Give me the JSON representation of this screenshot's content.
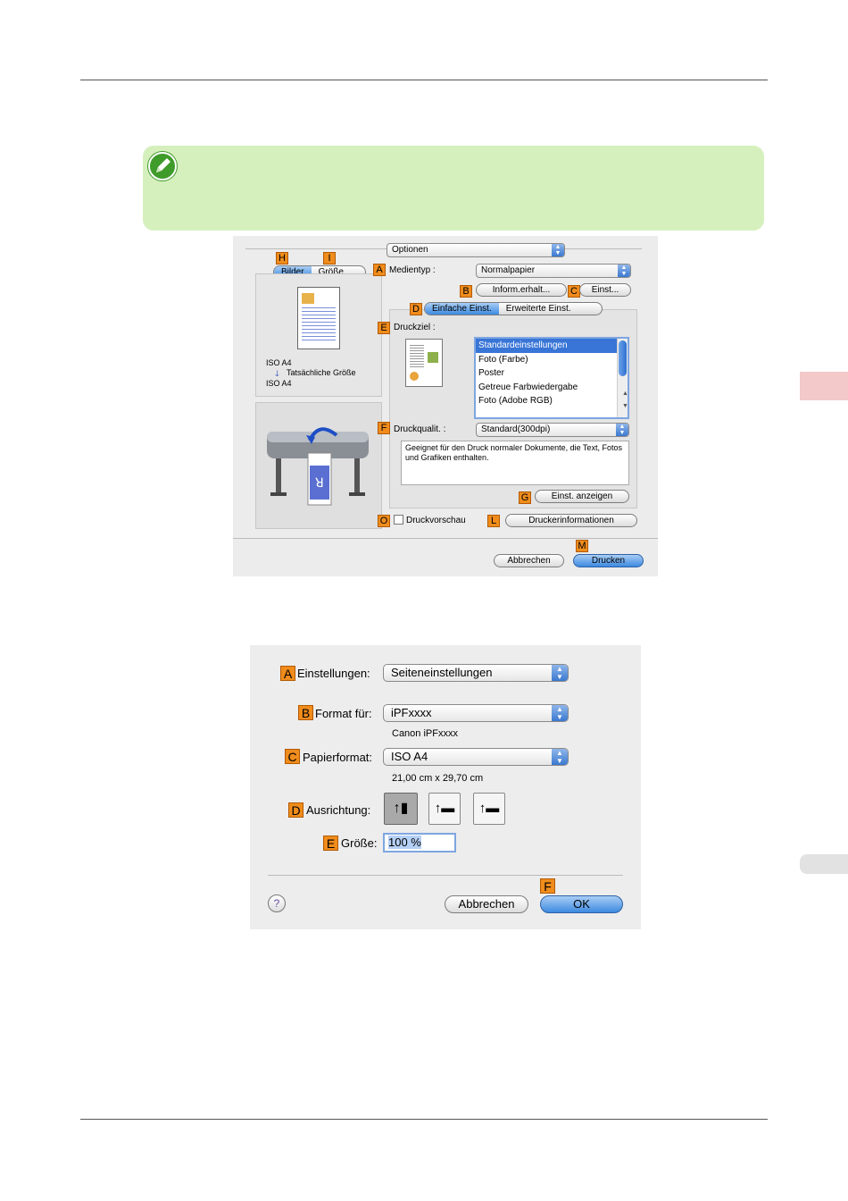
{
  "dialog1": {
    "options_popup": "Optionen",
    "tabs_left": [
      "Bilder",
      "Größe"
    ],
    "medientyp_label": "Medientyp :",
    "medientyp_value": "Normalpapier",
    "inform_button": "Inform.erhalt...",
    "einst_button": "Einst...",
    "tabs_mode": [
      "Einfache Einst.",
      "Erweiterte Einst."
    ],
    "druckziel_label": "Druckziel :",
    "druckziel_items": [
      "Standardeinstellungen",
      "Foto (Farbe)",
      "Poster",
      "Getreue Farbwiedergabe",
      "Foto (Adobe RGB)"
    ],
    "size_from": "ISO A4",
    "size_arrow_label": "Tatsächliche Größe",
    "size_to": "ISO A4",
    "druckqualit_label": "Druckqualit. :",
    "druckqualit_value": "Standard(300dpi)",
    "description": "Geeignet für den Druck normaler Dokumente, die Text, Fotos und Grafiken enthalten.",
    "einst_anzeigen": "Einst. anzeigen",
    "druckvorschau": "Druckvorschau",
    "druckerinformationen": "Druckerinformationen",
    "abbrechen": "Abbrechen",
    "drucken": "Drucken",
    "badges": {
      "H": "H",
      "I": "I",
      "A": "A",
      "B": "B",
      "C": "C",
      "D": "D",
      "E": "E",
      "F": "F",
      "G": "G",
      "O": "O",
      "L": "L",
      "M": "M"
    }
  },
  "dialog2": {
    "einstellungen_label": "Einstellungen:",
    "einstellungen_value": "Seiteneinstellungen",
    "format_label": "Format für:",
    "format_value": "iPFxxxx",
    "format_sub": "Canon iPFxxxx",
    "papier_label": "Papierformat:",
    "papier_value": "ISO A4",
    "papier_sub": "21,00 cm x 29,70 cm",
    "ausrichtung_label": "Ausrichtung:",
    "groesse_label": "Größe:",
    "groesse_value": "100 %",
    "help": "?",
    "abbrechen": "Abbrechen",
    "ok": "OK",
    "badges": {
      "A": "A",
      "B": "B",
      "C": "C",
      "D": "D",
      "E": "E",
      "F": "F"
    }
  },
  "colors": {
    "note_bg": "#d6f0bd",
    "badge": "#f08c1c",
    "accent": "#3d8ae0",
    "side_tab": "#f4c9c9"
  }
}
